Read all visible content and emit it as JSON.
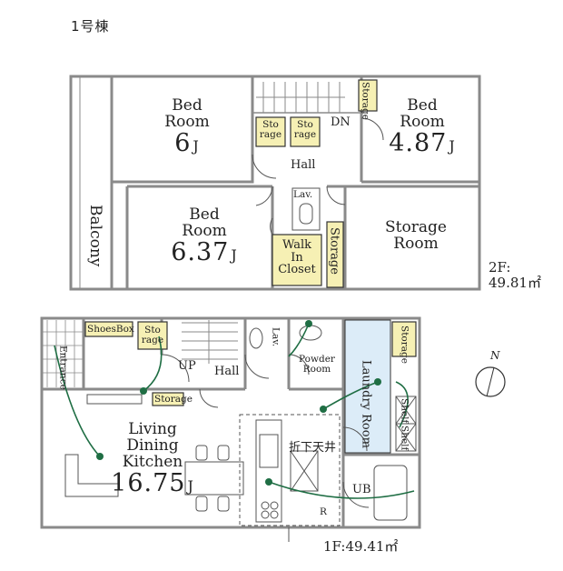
{
  "title": "1号棟",
  "floor2": {
    "area_label": "2F:",
    "area_value": "49.81㎡",
    "rooms": {
      "bed1": {
        "name1": "Bed",
        "name2": "Room",
        "size": "6",
        "unit": "J"
      },
      "bed2": {
        "name1": "Bed",
        "name2": "Room",
        "size": "4.87",
        "unit": "J"
      },
      "bed3": {
        "name1": "Bed",
        "name2": "Room",
        "size": "6.37",
        "unit": "J"
      },
      "balcony": "Balcony",
      "storage_room1": "Storage",
      "storage_room2": "Room",
      "hall": "Hall",
      "dn": "DN",
      "lav": "Lav.",
      "wic1": "Walk",
      "wic2": "In",
      "wic3": "Closet",
      "storage_vert": "Storage",
      "sto_a1": "Sto",
      "sto_a2": "rage",
      "sto_b1": "Sto",
      "sto_b2": "rage",
      "sto_c1": "Sto",
      "sto_c2": "rage"
    }
  },
  "floor1": {
    "area_label": "1F:",
    "area_value": "49.41㎡",
    "rooms": {
      "shoesbox": "ShoesBox",
      "sto1": "Sto",
      "sto2": "rage",
      "entrance": "Entrance",
      "up": "UP",
      "hall": "Hall",
      "lav": "Lav.",
      "powder1": "Powder",
      "powder2": "Room",
      "laundry": "Laundry Room",
      "storage_small": "Storage",
      "storage_vert": "Storage",
      "shelf1": "Shelf",
      "shelf2": "Shelf",
      "ldk1": "Living",
      "ldk2": "Dining",
      "ldk3": "Kitchen",
      "ldk_size": "16.75",
      "ldk_unit": "J",
      "ceiling": "折下天井",
      "ub": "UB",
      "r": "R"
    }
  },
  "compass": {
    "label": "N"
  },
  "colors": {
    "wall": "#8a8a8a",
    "storage": "#f6f0b4",
    "laundry": "#dcecf8",
    "door": "#1f6e44"
  }
}
